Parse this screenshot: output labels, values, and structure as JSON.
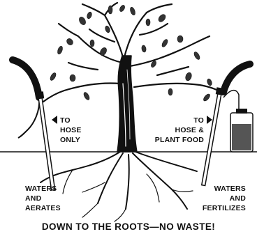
{
  "left_label": {
    "line1": "TO",
    "line2": "HOSE",
    "line3": "ONLY"
  },
  "right_label": {
    "line1": "TO",
    "line2": "HOSE &",
    "line3": "PLANT FOOD"
  },
  "left_effect": {
    "line1": "WATERS",
    "line2": "AND",
    "line3": "AERATES"
  },
  "right_effect": {
    "line1": "WATERS",
    "line2": "AND",
    "line3": "FERTILIZES"
  },
  "caption": "DOWN TO THE ROOTS—NO WASTE!",
  "colors": {
    "ink": "#111111",
    "paper": "#ffffff",
    "gauge_fill": "#555555"
  }
}
